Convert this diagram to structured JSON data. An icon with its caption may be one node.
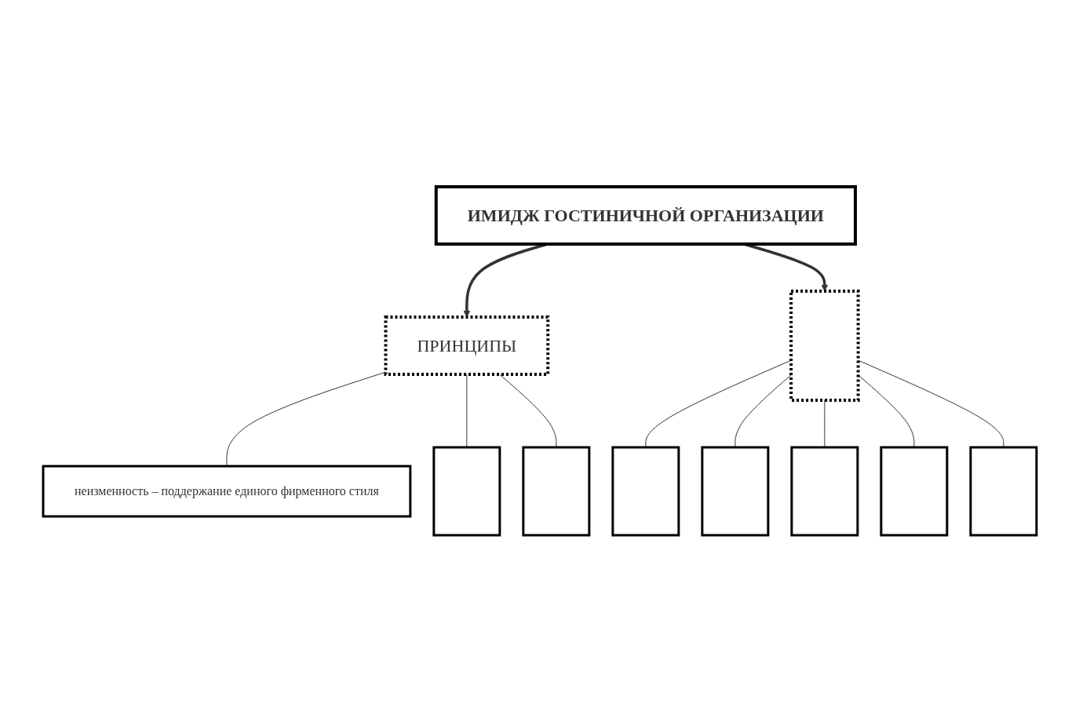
{
  "diagram": {
    "nodes": [
      {
        "text": [
          "ИМИДЖ ГОСТИНИЧНОЙ ОРГАНИЗАЦИИ"
        ]
      },
      {
        "text": [
          "ПРИНЦИПЫ"
        ]
      },
      {
        "text": [],
        "shape": "box"
      },
      {
        "text": [
          "неизменность – поддержание единого фирменного стиля"
        ]
      },
      {
        "text": [],
        "shape": "box"
      },
      {
        "text": [],
        "shape": "box"
      },
      {
        "text": [],
        "shape": "box"
      },
      {
        "text": [],
        "shape": "box"
      },
      {
        "text": [],
        "shape": "box"
      },
      {
        "text": [],
        "shape": "box"
      },
      {
        "text": [],
        "shape": "box"
      }
    ],
    "edges": [
      {
        "from": 0,
        "to": 1,
        "arrow": "to",
        "style": "thick"
      },
      {
        "from": 0,
        "to": 2,
        "arrow": "to",
        "style": "thick"
      },
      {
        "from": 1,
        "to": 3,
        "arrow": "none"
      },
      {
        "from": 1,
        "to": 4,
        "arrow": "none"
      },
      {
        "from": 1,
        "to": 5,
        "arrow": "none"
      },
      {
        "from": 2,
        "to": 6,
        "arrow": "none"
      },
      {
        "from": 2,
        "to": 7,
        "arrow": "none"
      },
      {
        "from": 2,
        "to": 8,
        "arrow": "none"
      },
      {
        "from": 2,
        "to": 9,
        "arrow": "none"
      },
      {
        "from": 2,
        "to": 10,
        "arrow": "none"
      }
    ]
  }
}
